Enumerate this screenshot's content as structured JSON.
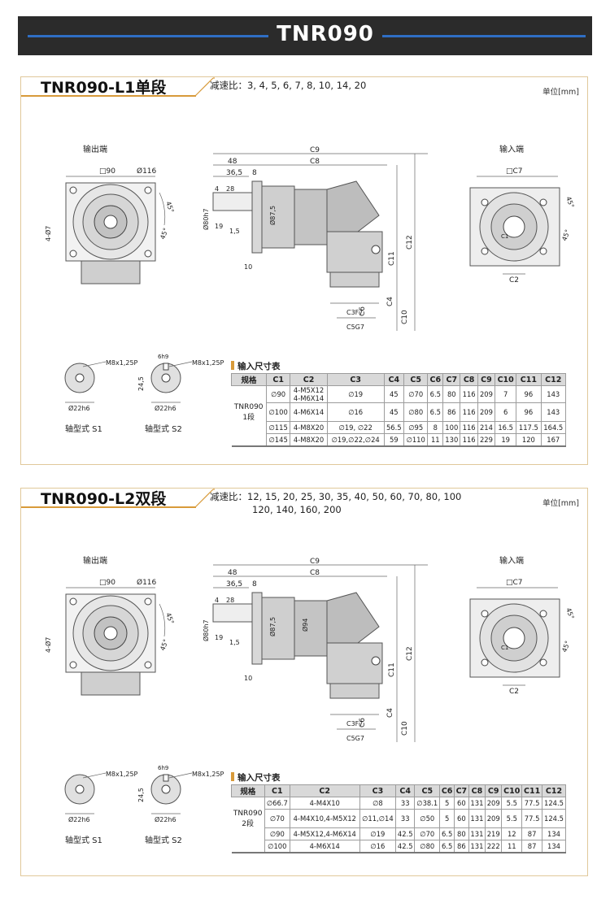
{
  "banner": {
    "title": "TNR090"
  },
  "sections": [
    {
      "title": "TNR090-L1单段",
      "ratio_label": "减速比：",
      "ratios": [
        "3, 4, 5, 6, 7, 8, 10, 14, 20"
      ],
      "unit": "单位[mm]",
      "output_label": "输出端",
      "input_label": "输入端",
      "shaft_s1": "轴型式 S1",
      "shaft_s2": "轴型式 S2",
      "table_title": "输入尺寸表",
      "dims": {
        "sq90": "□90",
        "d116": "Ø116",
        "a45a": "45°",
        "a45b": "45°",
        "holes": "4-Ø7",
        "c9": "C9",
        "c8": "C8",
        "d48": "48",
        "d365": "36,5",
        "d8": "8",
        "d4": "4",
        "d28": "28",
        "d19": "19",
        "d15": "1,5",
        "d10": "10",
        "d80": "Ø80h7",
        "d875": "Ø87,5",
        "c11": "C11",
        "c12": "C12",
        "c4": "C4",
        "c10": "C10",
        "c6": "C6",
        "c3": "C3F7",
        "c5": "C5G7",
        "c7": "□C7",
        "c2": "C2",
        "c1": "C1",
        "a45c": "45°",
        "a45d": "45°",
        "m8a": "M8x1,25P",
        "m8b": "M8x1,25P",
        "d22a": "Ø22h6",
        "d22b": "Ø22h6",
        "d6": "6h9",
        "d245": "24,5"
      },
      "table": {
        "headers": [
          "规格",
          "C1",
          "C2",
          "C3",
          "C4",
          "C5",
          "C6",
          "C7",
          "C8",
          "C9",
          "C10",
          "C11",
          "C12"
        ],
        "spec": "TNR090\n1段",
        "rows": [
          [
            "∅90",
            "4-M5X12\n4-M6X14",
            "∅19",
            "45",
            "∅70",
            "6.5",
            "80",
            "116",
            "209",
            "7",
            "96",
            "143"
          ],
          [
            "∅100",
            "4-M6X14",
            "∅16",
            "45",
            "∅80",
            "6.5",
            "86",
            "116",
            "209",
            "6",
            "96",
            "143"
          ],
          [
            "∅115",
            "4-M8X20",
            "∅19, ∅22",
            "56.5",
            "∅95",
            "8",
            "100",
            "116",
            "214",
            "16.5",
            "117.5",
            "164.5"
          ],
          [
            "∅145",
            "4-M8X20",
            "∅19,∅22,∅24",
            "59",
            "∅110",
            "11",
            "130",
            "116",
            "229",
            "19",
            "120",
            "167"
          ]
        ]
      }
    },
    {
      "title": "TNR090-L2双段",
      "ratio_label": "减速比：",
      "ratios": [
        "12, 15, 20, 25, 30, 35, 40, 50, 60, 70, 80, 100",
        "120, 140, 160, 200"
      ],
      "unit": "单位[mm]",
      "output_label": "输出端",
      "input_label": "输入端",
      "shaft_s1": "轴型式 S1",
      "shaft_s2": "轴型式 S2",
      "table_title": "输入尺寸表",
      "dims": {
        "sq90": "□90",
        "d116": "Ø116",
        "a45a": "45°",
        "a45b": "45°",
        "holes": "4-Ø7",
        "c9": "C9",
        "c8": "C8",
        "d48": "48",
        "d365": "36,5",
        "d8": "8",
        "d4": "4",
        "d28": "28",
        "d19": "19",
        "d15": "1,5",
        "d10": "10",
        "d80": "Ø80h7",
        "d875": "Ø87,5",
        "d94": "Ø94",
        "c11": "C11",
        "c12": "C12",
        "c4": "C4",
        "c10": "C10",
        "c6": "C6",
        "c3": "C3F7",
        "c5": "C5G7",
        "c7": "□C7",
        "c2": "C2",
        "c1": "C1",
        "a45c": "45°",
        "a45d": "45°",
        "m8a": "M8x1,25P",
        "m8b": "M8x1,25P",
        "d22a": "Ø22h6",
        "d22b": "Ø22h6",
        "d6": "6h9",
        "d245": "24,5"
      },
      "table": {
        "headers": [
          "规格",
          "C1",
          "C2",
          "C3",
          "C4",
          "C5",
          "C6",
          "C7",
          "C8",
          "C9",
          "C10",
          "C11",
          "C12"
        ],
        "spec": "TNR090\n2段",
        "rows": [
          [
            "∅66.7",
            "4-M4X10",
            "∅8",
            "33",
            "∅38.1",
            "5",
            "60",
            "131",
            "209",
            "5.5",
            "77.5",
            "124.5"
          ],
          [
            "∅70",
            "4-M4X10,4-M5X12",
            "∅11,∅14",
            "33",
            "∅50",
            "5",
            "60",
            "131",
            "209",
            "5.5",
            "77.5",
            "124.5"
          ],
          [
            "∅90",
            "4-M5X12,4-M6X14",
            "∅19",
            "42.5",
            "∅70",
            "6.5",
            "80",
            "131",
            "219",
            "12",
            "87",
            "134"
          ],
          [
            "∅100",
            "4-M6X14",
            "∅16",
            "42.5",
            "∅80",
            "6.5",
            "86",
            "131",
            "222",
            "11",
            "87",
            "134"
          ]
        ]
      }
    }
  ]
}
